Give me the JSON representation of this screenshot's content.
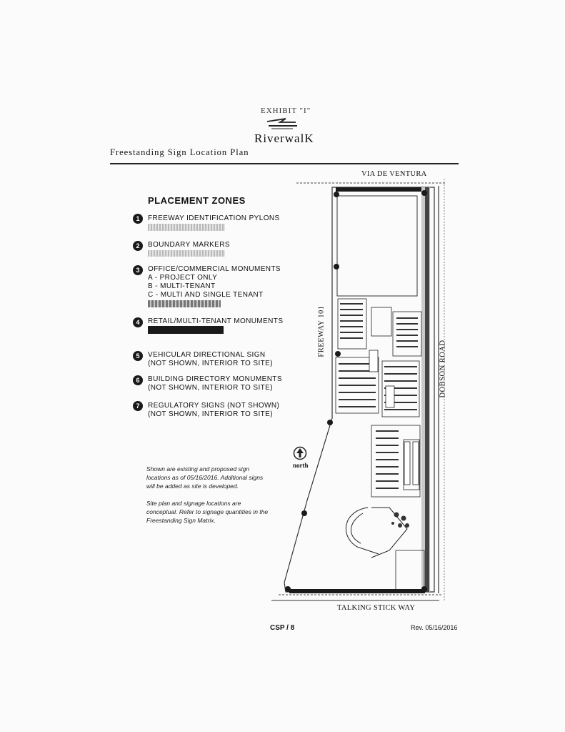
{
  "header": {
    "exhibit": "EXHIBIT \"I\"",
    "brand": "RiverwalK",
    "title": "Freestanding Sign Location Plan"
  },
  "legend": {
    "title": "PLACEMENT ZONES",
    "zones": [
      {
        "num": "1",
        "label": "FREEWAY IDENTIFICATION PYLONS"
      },
      {
        "num": "2",
        "label": "BOUNDARY MARKERS"
      },
      {
        "num": "3",
        "label": "OFFICE/COMMERCIAL MONUMENTS"
      },
      {
        "num": "4",
        "label": "RETAIL/MULTI-TENANT MONUMENTS"
      },
      {
        "num": "5",
        "label": "VEHICULAR DIRECTIONAL SIGN",
        "sub": "(NOT SHOWN, INTERIOR TO SITE)"
      },
      {
        "num": "6",
        "label": "BUILDING DIRECTORY MONUMENTS",
        "sub": "(NOT SHOWN, INTERIOR TO SITE)"
      },
      {
        "num": "7",
        "label": "REGULATORY SIGNS (NOT SHOWN)",
        "sub": "(NOT SHOWN, INTERIOR TO SITE)"
      }
    ],
    "zone3_items": [
      "A - PROJECT ONLY",
      "B - MULTI-TENANT",
      "C - MULTI AND SINGLE TENANT"
    ]
  },
  "notes": {
    "note1": "Shown are existing and proposed sign locations as of 05/16/2016. Additional signs will be added as site is developed.",
    "note2": "Site plan and signage locations are conceptual. Refer to signage quantities in the Freestanding Sign Matrix."
  },
  "map": {
    "north_label": "north",
    "streets": {
      "top": "VIA DE VENTURA",
      "bottom": "TALKING STICK WAY",
      "left": "FREEWAY 101",
      "right": "DOBSON ROAD"
    }
  },
  "footer": {
    "page": "CSP / 8",
    "revision": "Rev. 05/16/2016"
  }
}
